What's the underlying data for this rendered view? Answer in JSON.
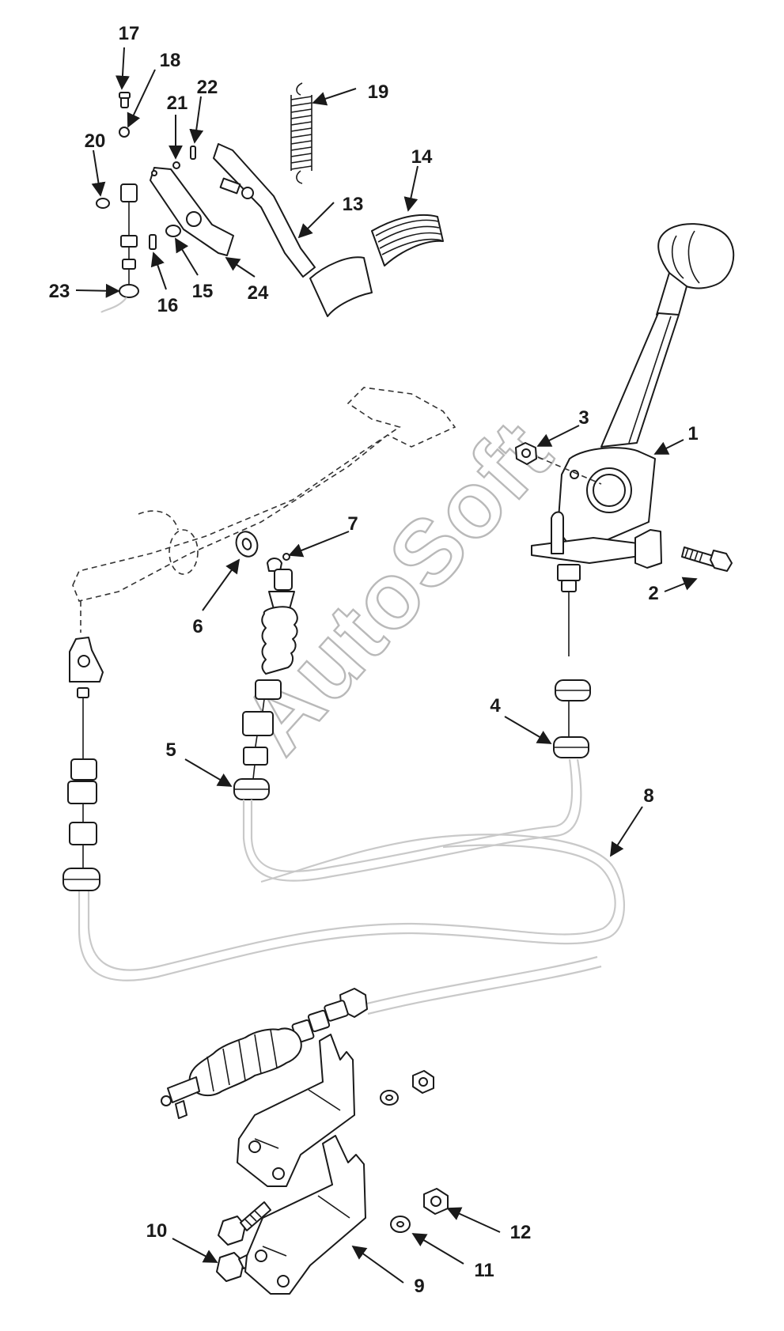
{
  "watermark": "AutoSoft",
  "callouts": [
    {
      "id": "1",
      "label": "1"
    },
    {
      "id": "2",
      "label": "2"
    },
    {
      "id": "3",
      "label": "3"
    },
    {
      "id": "4",
      "label": "4"
    },
    {
      "id": "5",
      "label": "5"
    },
    {
      "id": "6",
      "label": "6"
    },
    {
      "id": "7",
      "label": "7"
    },
    {
      "id": "8",
      "label": "8"
    },
    {
      "id": "9",
      "label": "9"
    },
    {
      "id": "10",
      "label": "10"
    },
    {
      "id": "11",
      "label": "11"
    },
    {
      "id": "12",
      "label": "12"
    },
    {
      "id": "13",
      "label": "13"
    },
    {
      "id": "14",
      "label": "14"
    },
    {
      "id": "15",
      "label": "15"
    },
    {
      "id": "16",
      "label": "16"
    },
    {
      "id": "17",
      "label": "17"
    },
    {
      "id": "18",
      "label": "18"
    },
    {
      "id": "19",
      "label": "19"
    },
    {
      "id": "20",
      "label": "20"
    },
    {
      "id": "21",
      "label": "21"
    },
    {
      "id": "22",
      "label": "22"
    },
    {
      "id": "23",
      "label": "23"
    },
    {
      "id": "24",
      "label": "24"
    }
  ],
  "colors": {
    "line": "#1a1a1a",
    "cable": "#c9c9c9",
    "watermark": "#b9b9b9",
    "background": "#ffffff"
  }
}
